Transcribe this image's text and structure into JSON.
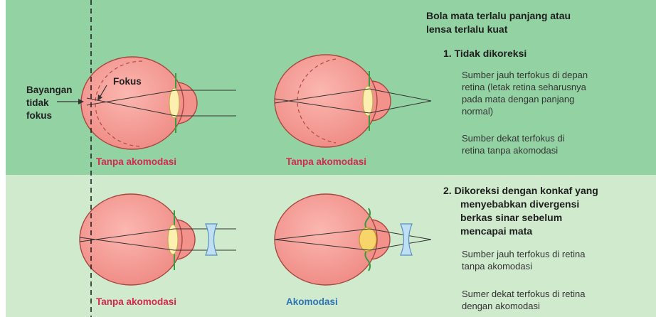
{
  "header": {
    "line1": "Bola mata terlalu panjang atau",
    "line2": "lensa terlalu kuat"
  },
  "item1": {
    "title": "1.  Tidak dikoreksi",
    "desc1": [
      "Sumber jauh terfokus di depan",
      "retina (letak retina seharusnya",
      "pada mata dengan panjang",
      "normal)"
    ],
    "desc2": [
      "Sumber dekat terfokus di",
      "retina tanpa akomodasi"
    ]
  },
  "item2": {
    "title": [
      "2.  Dikoreksi dengan konkaf yang",
      "menyebabkan divergensi",
      "berkas sinar sebelum",
      "mencapai mata"
    ],
    "desc1": [
      "Sumber jauh terfokus di retina",
      "tanpa akomodasi"
    ],
    "desc2": [
      "Sumer dekat terfokus di retina",
      "dengan akomodasi"
    ]
  },
  "labels": {
    "bayangan": [
      "Bayangan",
      "tidak",
      "fokus"
    ],
    "fokus": "Fokus"
  },
  "captions": {
    "top_left": "Tanpa akomodasi",
    "top_right": "Tanpa akomodasi",
    "bottom_left": "Tanpa akomodasi",
    "bottom_right": "Akomodasi"
  },
  "colors": {
    "top_band": "#93d3a3",
    "bottom_band": "#cfeacd",
    "eye_fill": "#f49a94",
    "eye_stroke": "#a84840",
    "lens_fill": "#fbf0b0",
    "lens_fill_accommodated": "#f7d56a",
    "ciliary": "#3a9b3e",
    "concave_lens": "#bfe0f4",
    "caption_red": "#d6264f",
    "caption_blue": "#2f74b5"
  }
}
